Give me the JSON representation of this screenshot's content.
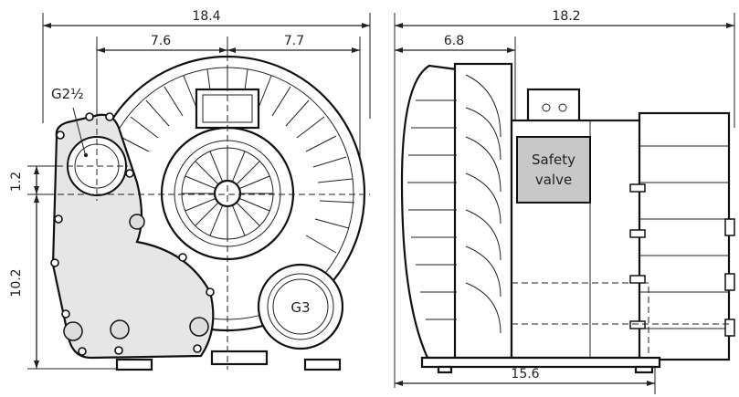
{
  "front_view": {
    "dimensions": {
      "overall_width": "18.4",
      "left_to_center": "7.6",
      "center_to_right": "7.7",
      "vertical_offset": "1.2",
      "center_height": "10.2"
    },
    "labels": {
      "inlet_port": "G2½",
      "outlet_port": "G3"
    }
  },
  "side_view": {
    "dimensions": {
      "overall_depth": "18.2",
      "front_depth": "6.8",
      "base_length": "15.6"
    },
    "labels": {
      "safety_valve_line1": "Safety",
      "safety_valve_line2": "valve"
    }
  },
  "colors": {
    "line": "#222222",
    "housing_fill": "#e6e6e6",
    "valve_fill": "#c8c8c8"
  }
}
